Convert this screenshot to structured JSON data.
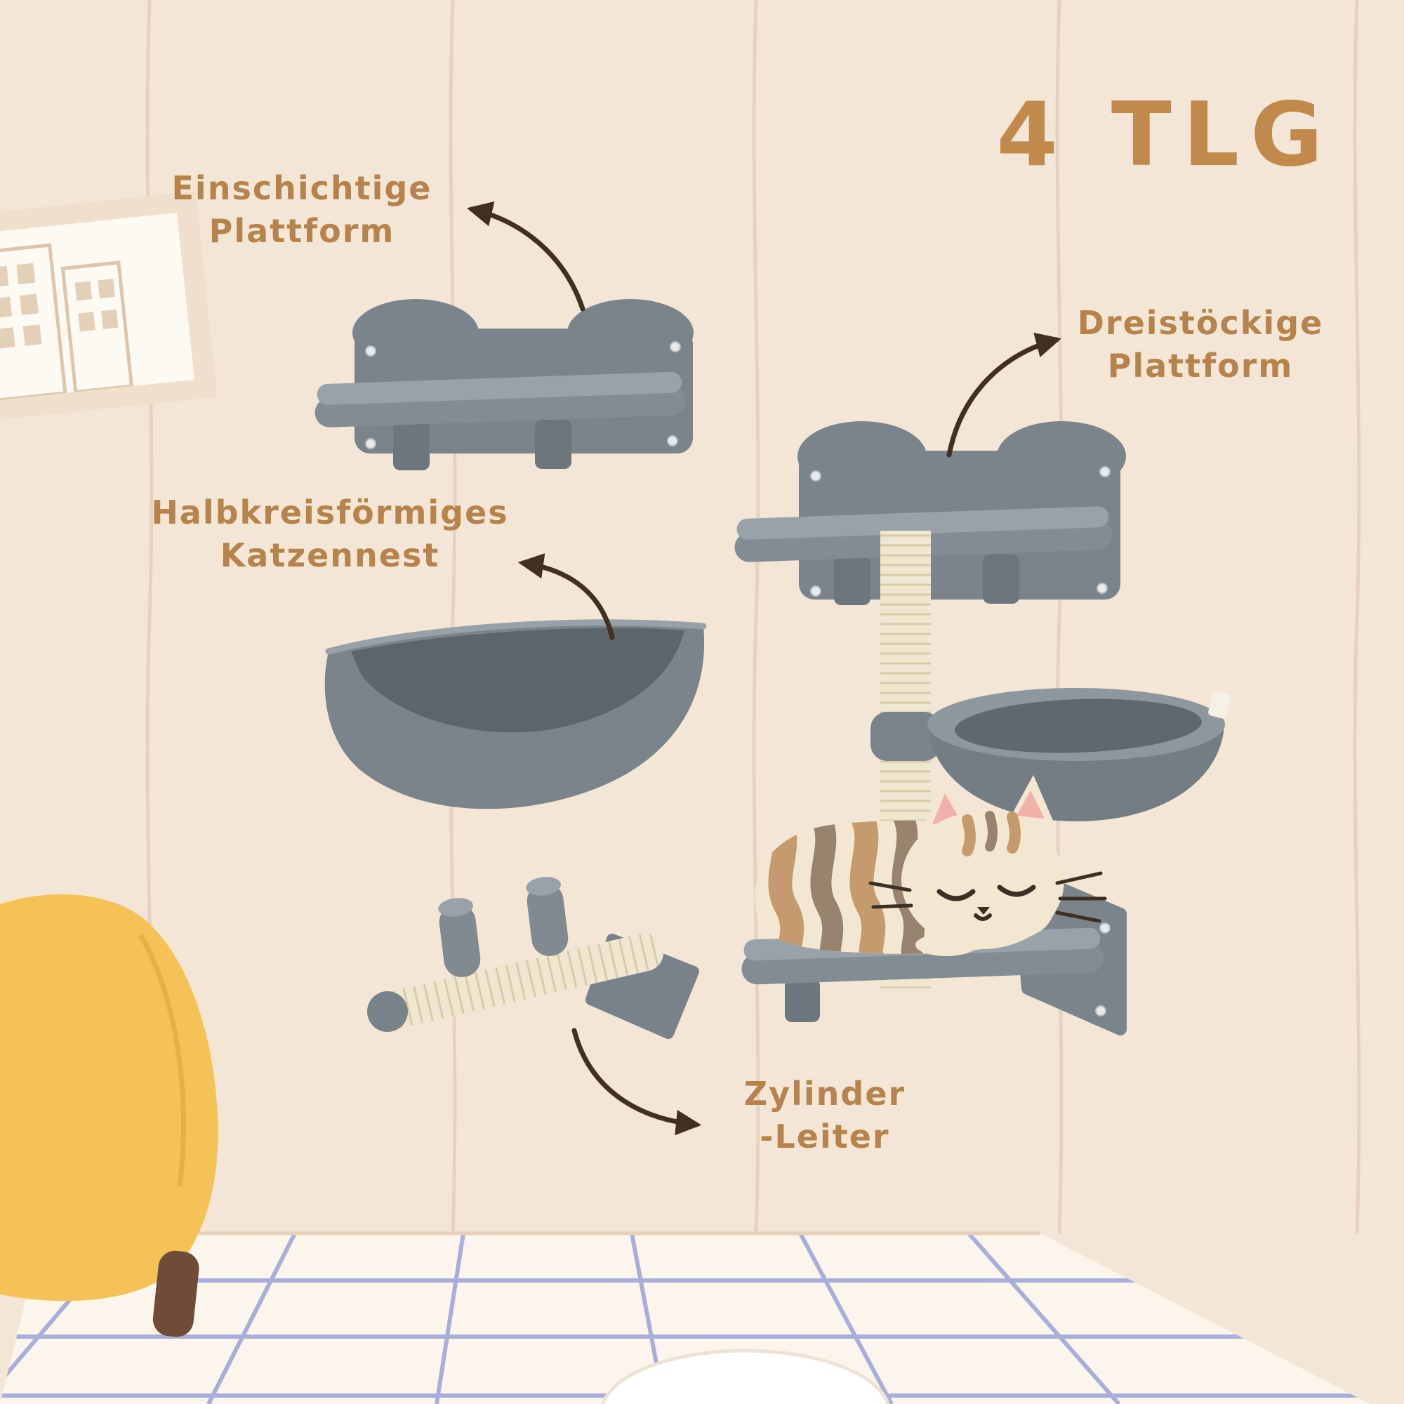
{
  "headline": "4 TLG",
  "annotations": {
    "single_platform": {
      "line1": "Einschichtige",
      "line2": "Plattform"
    },
    "cat_nest": {
      "line1": "Halbkreisförmiges",
      "line2": "Katzennest"
    },
    "three_tier_platform": {
      "line1": "Dreistöckige",
      "line2": "Plattform"
    },
    "cylinder_ladder": {
      "line1": "Zylinder",
      "line2": "-Leiter"
    }
  },
  "colors": {
    "wall": "#f4e6d6",
    "wall_lines": "#e7d2be",
    "label_text": "#b5834b",
    "headline_text": "#c18a4c",
    "arrow": "#41301f",
    "plush_gray": "#7b838b",
    "plush_gray_light": "#9aa2a9",
    "plush_gray_dark": "#5f6770",
    "sisal": "#efe7d0",
    "chair_yellow": "#f5c257",
    "tile_line": "#9ba1d9",
    "floor": "#fbf5ec",
    "cat_cream": "#f4e7d1",
    "cat_stripe_tan": "#c49a6e",
    "cat_stripe_brown": "#98836f"
  }
}
